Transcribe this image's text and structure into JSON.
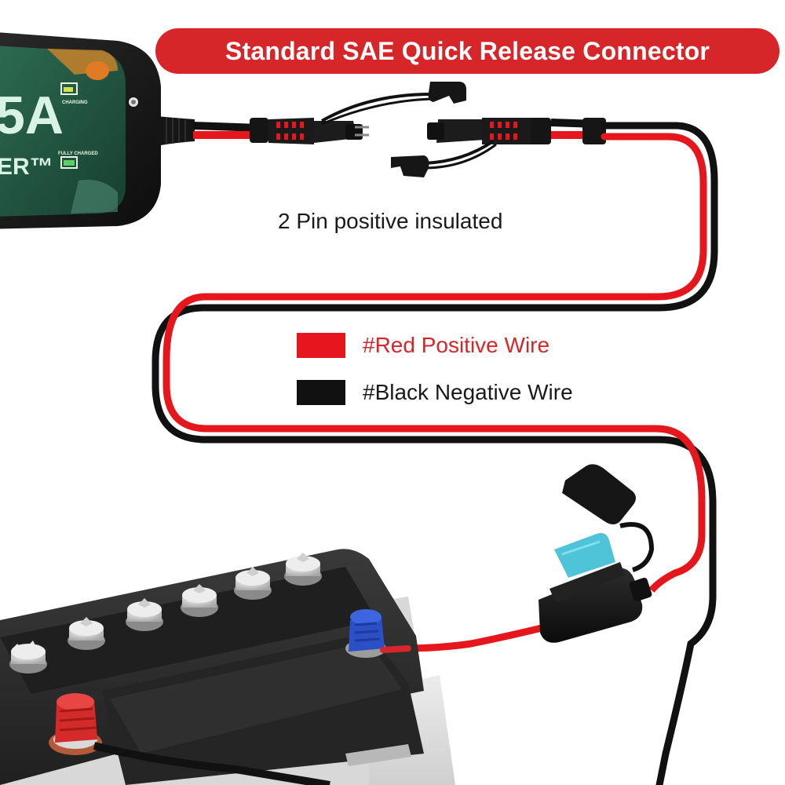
{
  "banner": {
    "title": "Standard SAE Quick Release Connector",
    "color": "#d7262a"
  },
  "caption": "2 Pin positive insulated",
  "legend": [
    {
      "label": "#Red  Positive Wire",
      "color": "#e5161c",
      "text_color": "#d7262a"
    },
    {
      "label": "#Black  Negative Wire",
      "color": "#111111",
      "text_color": "#1a1a1a"
    }
  ],
  "charger": {
    "big_text": "5A",
    "sub_text": "ER™",
    "indicator_top": "CHARGING",
    "indicator_bottom": "FULLY CHARGED"
  },
  "colors": {
    "red_wire": "#e5161c",
    "black_wire": "#111111",
    "charger_screen": "#1f5a45",
    "fuse_blade": "#4fc3d8",
    "battery_body": "#2b2b2b",
    "terminal_positive": "#d42a2a",
    "terminal_negative": "#2a4fc7"
  }
}
